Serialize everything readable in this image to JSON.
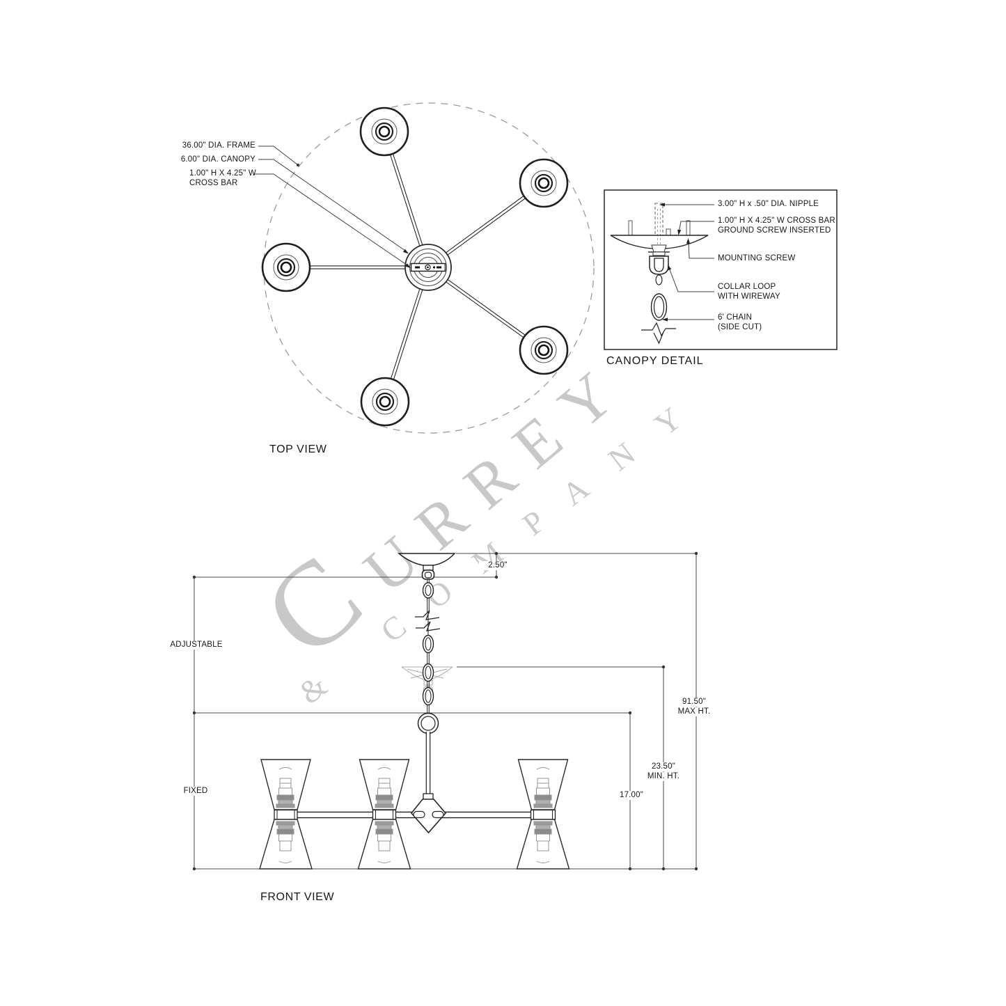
{
  "drawing": {
    "watermark": {
      "brand_first_letter": "C",
      "brand_rest": "URREY",
      "brand_line2": "& COMPANY",
      "color": "#c8c8c8"
    },
    "top_view": {
      "title": "TOP VIEW",
      "frame_label": "36.00\" DIA. FRAME",
      "canopy_label": "6.00\" DIA. CANOPY",
      "crossbar_label_line1": "1.00\" H X 4.25\" W",
      "crossbar_label_line2": "CROSS BAR"
    },
    "canopy_detail": {
      "title": "CANOPY DETAIL",
      "nipple_label": "3.00\" H x .50\" DIA. NIPPLE",
      "crossbar_label_line1": "1.00\" H X 4.25\" W CROSS BAR",
      "crossbar_label_line2": "GROUND SCREW INSERTED",
      "mounting_screw_label": "MOUNTING SCREW",
      "collar_loop_label_line1": "COLLAR LOOP",
      "collar_loop_label_line2": "WITH WIREWAY",
      "chain_label_line1": "6' CHAIN",
      "chain_label_line2": "(SIDE CUT)"
    },
    "front_view": {
      "title": "FRONT VIEW",
      "canopy_height": "2.50\"",
      "adjustable_label": "ADJUSTABLE",
      "fixed_label": "FIXED",
      "body_height": "17.00\"",
      "min_height_value": "23.50\"",
      "min_height_caption": "MIN. HT.",
      "max_height_value": "91.50\"",
      "max_height_caption": "MAX HT."
    }
  }
}
